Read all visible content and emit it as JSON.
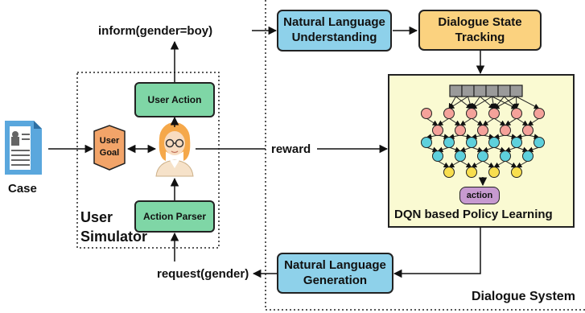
{
  "labels": {
    "inform": "inform(gender=boy)",
    "request": "request(gender)",
    "reward": "reward",
    "case": "Case",
    "user_simulator_line1": "User",
    "user_simulator_line2": "Simulator",
    "dialogue_system": "Dialogue System",
    "dqn_policy": "DQN based Policy Learning"
  },
  "boxes": {
    "nlu_line1": "Natural Language",
    "nlu_line2": "Understanding",
    "dst_line1": "Dialogue State",
    "dst_line2": "Tracking",
    "nlg_line1": "Natural Language",
    "nlg_line2": "Generation",
    "user_action": "User Action",
    "action_parser": "Action Parser",
    "user_goal_line1": "User",
    "user_goal_line2": "Goal",
    "action": "action"
  },
  "colors": {
    "blue_box": "#8ed1ea",
    "orange_box": "#fbd27f",
    "green_box": "#7fd6a6",
    "policy_panel": "#fafad2",
    "goal_hexagon": "#f2a469",
    "node_red": "#f4a29a",
    "node_cyan": "#5ed0dc",
    "node_yellow": "#f8de4e",
    "action_node": "#c79ad0"
  },
  "icons": [
    "document-icon",
    "user-avatar-icon"
  ]
}
